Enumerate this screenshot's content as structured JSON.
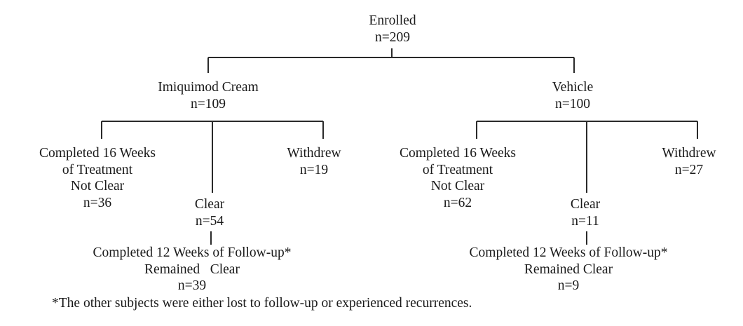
{
  "root": {
    "title": "Enrolled",
    "n": "n=209"
  },
  "arms": [
    {
      "title": "Imiquimod Cream",
      "n": "n=109",
      "not_clear": {
        "lines": [
          "Completed 16 Weeks",
          "of Treatment",
          "Not Clear"
        ],
        "n": "n=36"
      },
      "clear": {
        "title": "Clear",
        "n": "n=54"
      },
      "withdrew": {
        "title": "Withdrew",
        "n": "n=19"
      },
      "follow_up": {
        "lines": [
          "Completed 12 Weeks of Follow-up*",
          "Remained   Clear"
        ],
        "n": "n=39"
      }
    },
    {
      "title": "Vehicle",
      "n": "n=100",
      "not_clear": {
        "lines": [
          "Completed 16 Weeks",
          "of Treatment",
          "Not Clear"
        ],
        "n": "n=62"
      },
      "clear": {
        "title": "Clear",
        "n": "n=11"
      },
      "withdrew": {
        "title": "Withdrew",
        "n": "n=27"
      },
      "follow_up": {
        "lines": [
          "Completed 12 Weeks of Follow-up*",
          "Remained Clear"
        ],
        "n": "n=9"
      }
    }
  ],
  "footnote": "*The other subjects were either lost to follow-up or experienced recurrences."
}
